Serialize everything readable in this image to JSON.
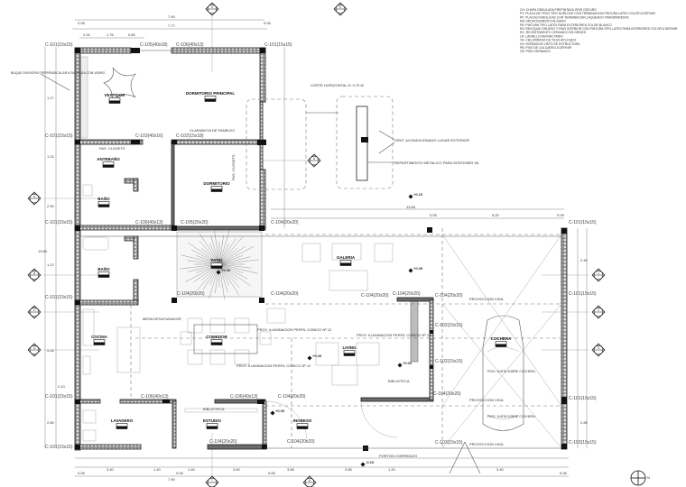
{
  "drawing": {
    "section_title": "CORTE HORIZONTAL H: 0.70 M",
    "legend": [
      "CH: CHAPA ONDULADA PREPINTADA GRIS OSCURO",
      "PY: PLACA DE YESO TIPO DURLOCK CON TERMINACION PINTURA LATEX COLOR A DEFINIR",
      "PF: PLACAS FENOLICAS CON TERMINACION LAQUEADO TRANSPARENTE",
      "MO: MICROCEMENTO ALISADO",
      "PB: PINTURA TIPO LATEX PARA EXTERIORES COLOR BLANCO",
      "RV: REVOQUE GRUESO Y FINO INTERIOR CON PINTURA TIPO LATEX PARA INTERIORES COLOR A DEFINIR",
      "RC: REVESTIMIENTO CERAMICO EN GRISES",
      "LR: LADRILLO REFRACTARIO",
      "YA: CIELORRASO DE YESO APLICADO",
      "HV: HORMIGON VISTO DE ESTRUCTURA",
      "PB: PISO DE CALCAREO A DEFINIR",
      "CB: PISO CERAMICO"
    ],
    "rooms": [
      "VESTIDOR",
      "DORMITORIO PRINCIPAL",
      "ANTEBAÑO",
      "BAÑO",
      "DORMITORIO",
      "BAÑO",
      "PATIO",
      "GALERIA",
      "COCINA",
      "COMEDOR",
      "LIVING",
      "COCHERA",
      "LAVADERO",
      "ESTUDIO",
      "INGRESO"
    ],
    "columns": [
      "C-101(15x15)",
      "C-105(40x18)",
      "C-106(40x13)",
      "C-101(15x15)",
      "C-101(15x15)",
      "C-103(40x16)",
      "C-102(15x18)",
      "C-101(15x15)",
      "C-106(40x13)",
      "C-105(20x20)",
      "C-104(20x20)",
      "C-101(15x15)",
      "C-104(20x20)",
      "C-104(20x20)",
      "C-104(20x20)",
      "C-101(15x15)",
      "C-106(40x13)",
      "C-106(40x13)",
      "C-104(20x20)",
      "C-101(15x15)",
      "C-104(20x20)",
      "C-104(20x20)",
      "C-101(15x15)",
      "C-102(15x15)",
      "C-102(15x15)",
      "C-104(20x20)",
      "C-104(20x20)",
      "C-101(15x15)",
      "C-101(15x15)",
      "C-103(15x15)",
      "C-103(15x15)",
      "C-104(20x20)"
    ],
    "notes": {
      "buque": "BUQUE DIVISORIO PERPENDICULAR A FACHADA CON VIDRIO",
      "cajon": "CLARABOYA DE PANELES",
      "vent1": "VENT. ACONDICIONADO LUGAR EXTERIOR",
      "vent2": "REPARTIMENTO METALICO PARA SOSTENER VA",
      "mesa": "MESA DESAYUNADOR",
      "ilum1": "PROY. ILUMINACION PERFIL CONICO Nº 12",
      "ilum2": "PROY. ILUMINACION PERFIL CONICO Nº 12",
      "ilum3": "PROY. ILUMINACION PERFIL CONICO Nº 12",
      "biblioteca": "BIBLIOTECA",
      "viga1": "PROYECCION VIGA",
      "viga2": "PROYECCION VIGA",
      "viga3": "PROYECCION VIGA",
      "piso1": "PISO: JUNTA SOBRE COCHERA",
      "piso2": "PISO: JUNTA SOBRE COCHERA",
      "porton": "PORTON CORREDIZO",
      "placard1": "PAS. CLOSETS",
      "placard2": "PAS. CLOSETS"
    },
    "levels": [
      "+0.15",
      "+0.05",
      "+0.05",
      "+0.00",
      "+0.05",
      "+0.05",
      "-0.15"
    ],
    "dimensions": {
      "top": [
        "7.90",
        "7.77",
        "0.05",
        "0.05",
        "2.00",
        "1.76",
        "0.80"
      ],
      "right": [
        "13.65",
        "0.05",
        "5.20",
        "0.05",
        "2.45",
        "2.85"
      ],
      "bottom": [
        "3.40",
        "1.40",
        "1.40",
        "3.60",
        "3.65",
        "3.65",
        "7.90",
        "0.05",
        "0.05",
        "0.05",
        "1.20",
        "3.40",
        "0.05"
      ],
      "left": [
        "1.17",
        "1.24",
        "2.50",
        "1.12",
        "4.28",
        "2.50",
        "2.10",
        "13.60"
      ]
    },
    "axis_markers": [
      "A",
      "B",
      "C",
      "D",
      "1",
      "2",
      "3",
      "4",
      "5",
      "6",
      "7",
      "8"
    ],
    "north": "N"
  }
}
